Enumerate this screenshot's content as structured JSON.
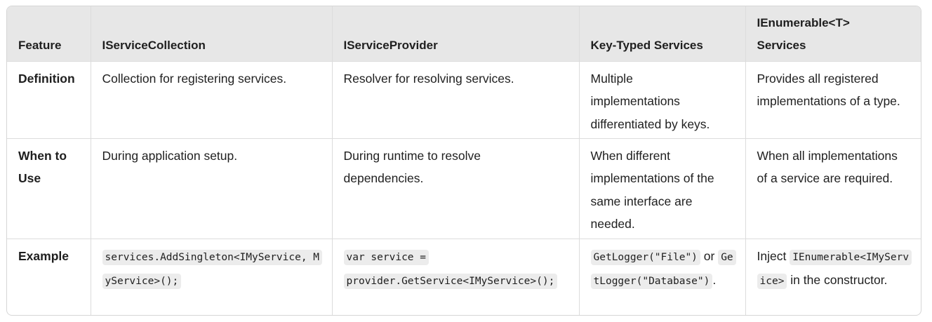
{
  "table": {
    "headers": [
      "Feature",
      "IServiceCollection",
      "IServiceProvider",
      "Key-Typed Services",
      "IEnumerable<T> Services"
    ],
    "rows": [
      {
        "feature": "Definition",
        "cells": [
          {
            "text": "Collection for registering services."
          },
          {
            "text": "Resolver for resolving services."
          },
          {
            "text": "Multiple implementations differentiated by keys."
          },
          {
            "text": "Provides all registered implementations of a type."
          }
        ]
      },
      {
        "feature": "When to Use",
        "cells": [
          {
            "text": "During application setup."
          },
          {
            "text": "During runtime to resolve dependencies."
          },
          {
            "text": "When different implementations of the same interface are needed."
          },
          {
            "text": "When all implementations of a service are required."
          }
        ]
      },
      {
        "feature": "Example",
        "cells": [
          {
            "code": "services.AddSingleton<IMyService, MyService>();"
          },
          {
            "code": "var service = provider.GetService<IMyService>();"
          },
          {
            "code1": "GetLogger(\"File\")",
            "mid": " or ",
            "code2": "GetLogger(\"Database\")",
            "after": "."
          },
          {
            "before": "Inject ",
            "code": "IEnumerable<IMyService>",
            "after": " in the constructor."
          }
        ]
      }
    ]
  }
}
